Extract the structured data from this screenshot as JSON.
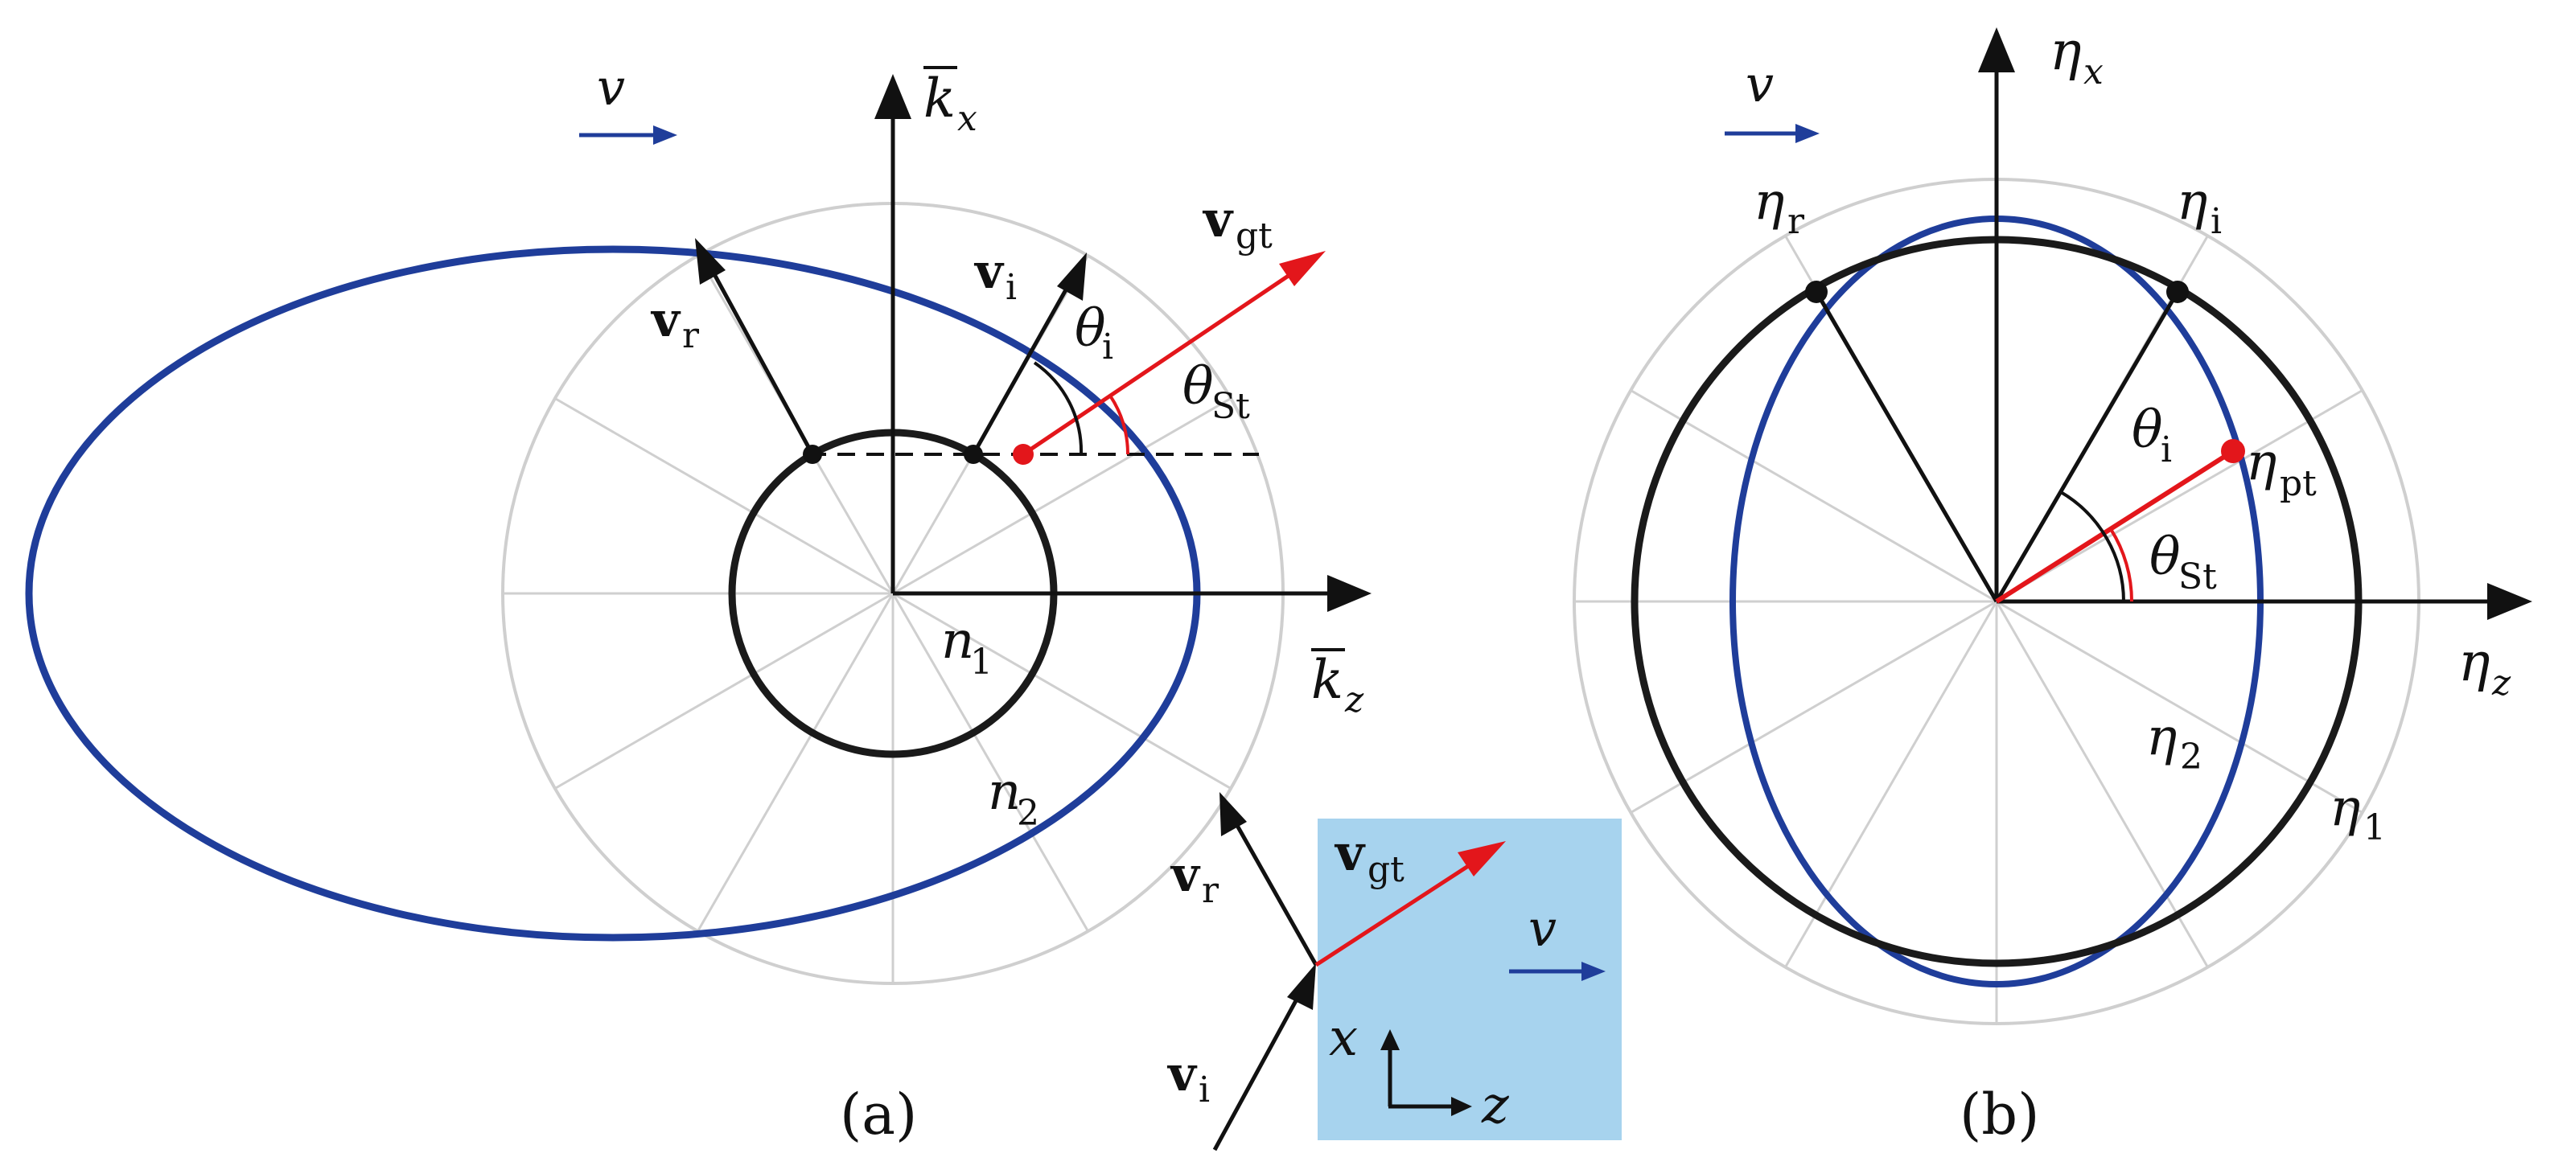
{
  "colors": {
    "grid": "#cfcfcf",
    "ellipse": "#1f3d9a",
    "circle": "#1a1a1a",
    "highlight": "#e3161b",
    "medium": "#a7d3ee",
    "velocity_arrow": "#1f3d9a"
  },
  "panel_a": {
    "caption": "(a)",
    "velocity_label": "v",
    "axis_x_label": "k",
    "axis_x_sub": "x",
    "axis_z_label": "k",
    "axis_z_sub": "z",
    "v_r": "v",
    "v_r_sub": "r",
    "v_i": "v",
    "v_i_sub": "i",
    "v_gt": "v",
    "v_gt_sub": "gt",
    "theta_i": "θ",
    "theta_i_sub": "i",
    "theta_st": "θ",
    "theta_st_sub": "St",
    "n1": "n",
    "n1_sub": "1",
    "n2": "n",
    "n2_sub": "2"
  },
  "inset": {
    "v_gt": "v",
    "v_gt_sub": "gt",
    "v_r": "v",
    "v_r_sub": "r",
    "v_i": "v",
    "v_i_sub": "i",
    "velocity_label": "v",
    "x_label": "x",
    "z_label": "z"
  },
  "panel_b": {
    "caption": "(b)",
    "velocity_label": "v",
    "eta_x": "η",
    "eta_x_sub": "x",
    "eta_z": "η",
    "eta_z_sub": "z",
    "eta_r": "η",
    "eta_r_sub": "r",
    "eta_i": "η",
    "eta_i_sub": "i",
    "eta_pt": "η",
    "eta_pt_sub": "pt",
    "theta_i": "θ",
    "theta_i_sub": "i",
    "theta_st": "θ",
    "theta_st_sub": "St",
    "eta1": "η",
    "eta1_sub": "1",
    "eta2": "η",
    "eta2_sub": "2"
  }
}
